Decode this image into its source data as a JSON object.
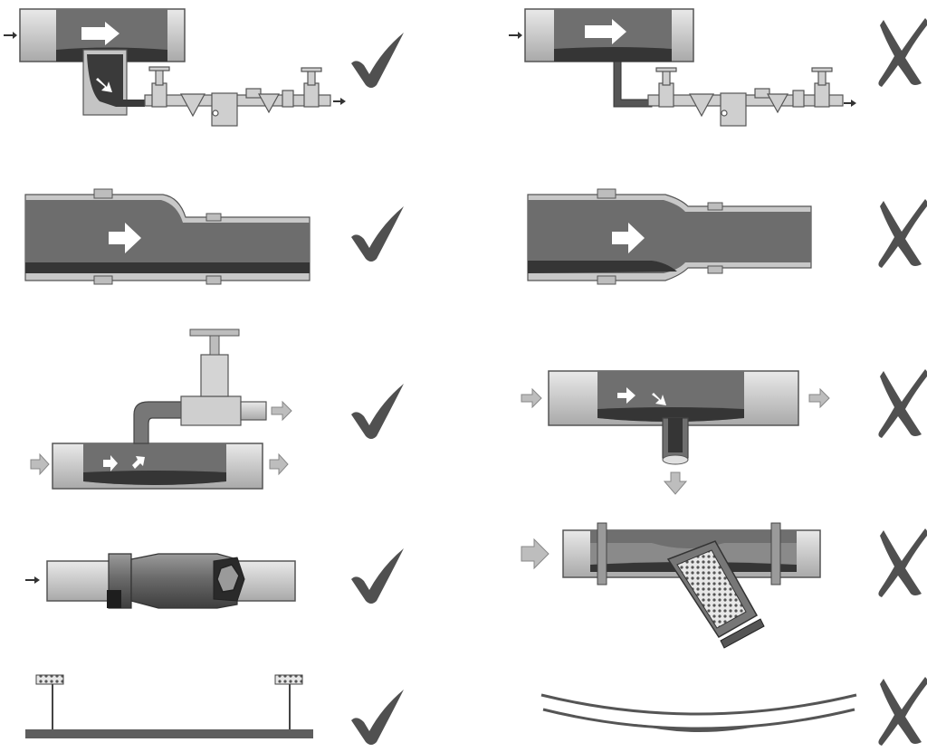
{
  "rows": [
    {
      "id": "steam-trap-drain-pocket",
      "correct": "check-mark",
      "incorrect": "x-mark"
    },
    {
      "id": "eccentric-reducer",
      "correct": "check-mark",
      "incorrect": "x-mark"
    },
    {
      "id": "branch-connection",
      "correct": "check-mark",
      "incorrect": "x-mark"
    },
    {
      "id": "strainer-orientation",
      "correct": "check-mark",
      "incorrect": "x-mark"
    },
    {
      "id": "pipe-support",
      "correct": "check-mark",
      "incorrect": "x-mark"
    }
  ],
  "colors": {
    "pipe_light": "#cfcfcf",
    "pipe_dark": "#6f6f6f",
    "condensate": "#3a3a3a",
    "outline": "#4a4a4a",
    "mark": "#505050",
    "arrow_white": "#ffffff",
    "flow_arrow_grey": "#bdbdbd"
  }
}
